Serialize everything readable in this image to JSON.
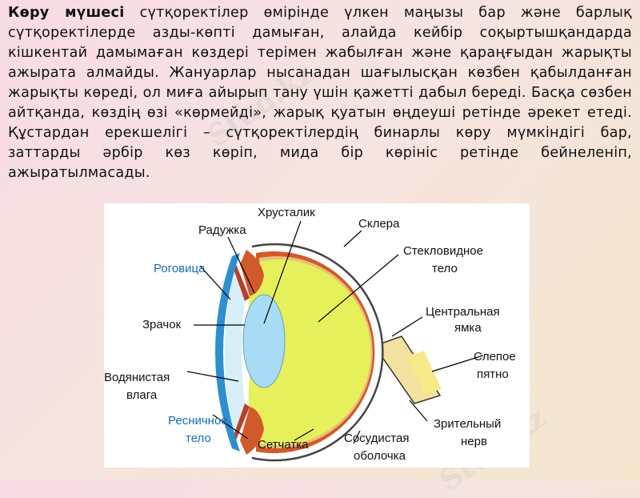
{
  "paragraph": {
    "lead": "Көру мүшесі",
    "text": " сүтқоректілер өмірінде үлкен маңызы бар және барлық сүтқоректілерде азды-көпті дамыған, алайда кейбір соқыртышқандарда кішкентай дамымаған көздері терімен жабылған және қараңғыдан жарықты ажырата алмайды. Жануарлар нысанадан шағылысқан көзбен қабылданған жарықты көреді, ол миға айырып тану үшін қажетті дабыл береді. Басқа сөзбен айтқанда, көздің өзі «көрмейді», жарық қуатын өңдеуші ретінде әрекет етеді. Құстардан ерекшелігі – сүтқоректілердің бинарлы көру мүмкіндігі бар, заттарды әрбір көз көріп, мида бір көрініс ретінде бейнеленіп, ажыратылмасады."
  },
  "diagram": {
    "labels": {
      "hrustalik": "Хрусталик",
      "raduzhka": "Радужка",
      "sklera": "Склера",
      "rogovica": "Роговица",
      "steklo_1": "Стекловидное",
      "steklo_2": "тело",
      "zrachok": "Зрачок",
      "yamka_1": "Центральная",
      "yamka_2": "ямка",
      "pyatno_1": "Слепое",
      "pyatno_2": "пятно",
      "vlaga_1": "Водянистая",
      "vlaga_2": "влага",
      "resnichnoe_1": "Ресничное",
      "resnichnoe_2": "тело",
      "setchatka": "Сетчатка",
      "sosud_1": "Сосудистая",
      "sosud_2": "оболочка",
      "nerv_1": "Зрительный",
      "nerv_2": "нерв"
    }
  },
  "watermark": "Stud.kz",
  "colors": {
    "vitreous": "#e6f05a",
    "lens": "#a8dcf4",
    "cornea": "#2d8fd0",
    "choroid": "#d25a2a",
    "nerve": "#f3e1a0",
    "label_blue": "#1a6ab5"
  }
}
